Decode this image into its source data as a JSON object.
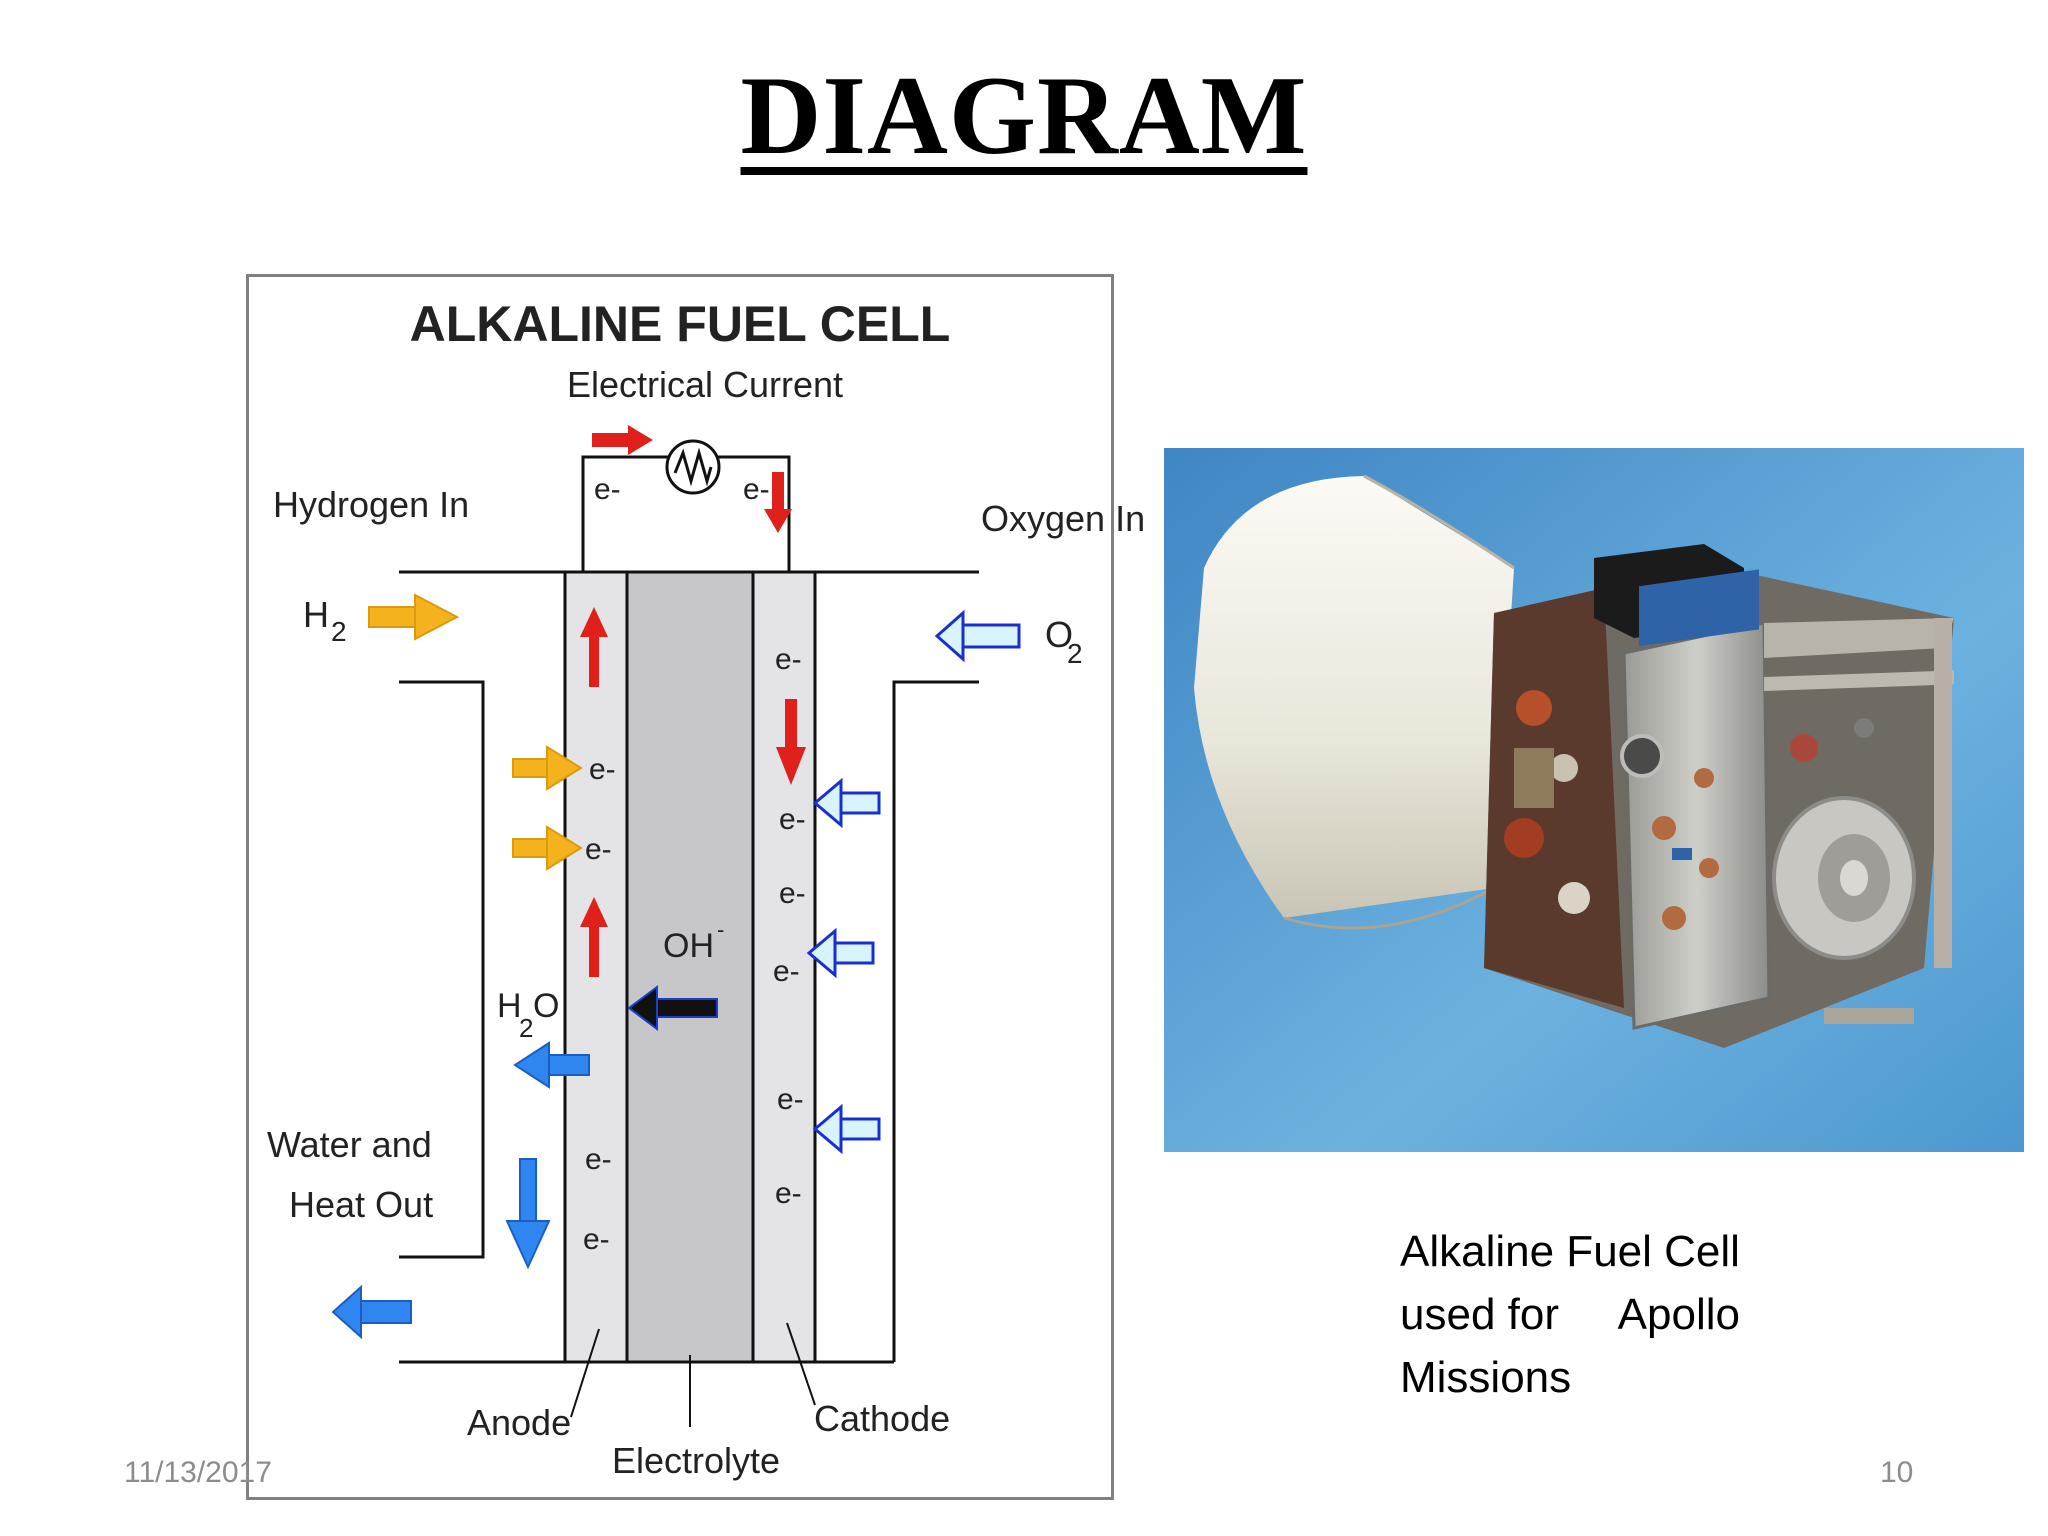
{
  "slide": {
    "title": "DIAGRAM",
    "footer_date": "11/13/2017",
    "page_number": "10"
  },
  "diagram": {
    "heading": "ALKALINE FUEL CELL",
    "electrical_current": "Electrical Current",
    "hydrogen_in": "Hydrogen In",
    "oxygen_in": "Oxygen In",
    "h2": "H",
    "h2_sub": "2",
    "o2": "O",
    "o2_sub": "2",
    "water_out_line1": "Water and",
    "water_out_line2": "Heat Out",
    "h2o": "H",
    "h2o_sub": "2",
    "h2o_end": "O",
    "oh": "OH",
    "oh_sup": "-",
    "anode": "Anode",
    "electrolyte": "Electrolyte",
    "cathode": "Cathode",
    "electron": "e-"
  },
  "photo": {
    "subject": "Apollo alkaline fuel cell unit"
  },
  "caption": {
    "text": "Alkaline Fuel Cell\nused for     Apollo\nMissions"
  },
  "colors": {
    "red_arrow": "#e0201a",
    "yellow_arrow": "#f5b21d",
    "light_blue_arrow": "#d8f4ff",
    "blue_arrow": "#2f86f0",
    "electrolyte_gray": "#c7c7c9",
    "electrode_gray": "#e4e4e6",
    "photo_background": "#5aa0d6"
  }
}
